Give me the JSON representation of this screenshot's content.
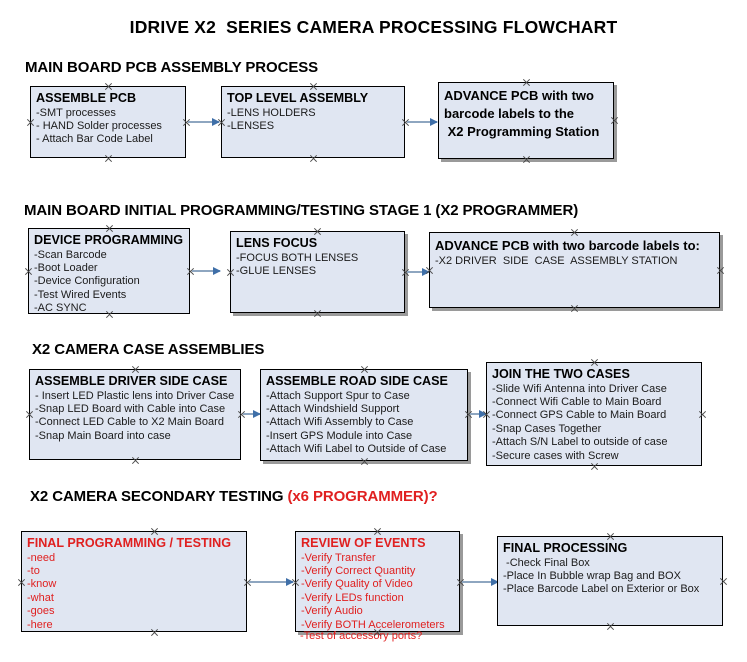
{
  "document": {
    "title": "IDRIVE X2  SERIES CAMERA PROCESSING FLOWCHART",
    "colors": {
      "box_fill": "#e0e6f2",
      "box_border": "#000000",
      "text": "#000000",
      "accent_red": "#e02020",
      "arrow": "#8ea6c0",
      "arrow_head": "#3f6fa8",
      "shadow": "#9a9a9a",
      "background": "#ffffff"
    }
  },
  "sections": [
    {
      "id": "main-board-pcb-assembly-process",
      "heading": "MAIN BOARD PCB ASSEMBLY PROCESS",
      "heading_accent": "",
      "boxes": [
        {
          "id": "assemble-pcb",
          "title": "ASSEMBLE PCB",
          "lines": [
            "-SMT processes",
            "- HAND Solder processes",
            "- Attach Bar Code Label"
          ]
        },
        {
          "id": "top-level-assembly",
          "title": "TOP LEVEL ASSEMBLY",
          "lines": [
            "-LENS HOLDERS",
            "-LENSES"
          ]
        },
        {
          "id": "advance-pcb-to-x2-programming-station",
          "title": "ADVANCE PCB with two\nbarcode labels to the\n X2 Programming Station",
          "lines": []
        }
      ]
    },
    {
      "id": "main-board-initial-programming-testing-stage-1",
      "heading": "MAIN BOARD INITIAL PROGRAMMING/TESTING STAGE 1 (X2 PROGRAMMER)",
      "heading_accent": "",
      "boxes": [
        {
          "id": "device-programming",
          "title": "DEVICE PROGRAMMING",
          "lines": [
            "-Scan Barcode",
            "-Boot Loader",
            "-Device Configuration",
            "-Test Wired Events",
            "-AC SYNC"
          ]
        },
        {
          "id": "lens-focus",
          "title": "LENS FOCUS",
          "lines": [
            "-FOCUS BOTH LENSES",
            "-GLUE LENSES"
          ]
        },
        {
          "id": "advance-pcb-to-driver-side-case-assembly-station",
          "title": "ADVANCE PCB with two barcode labels to:",
          "lines": [
            "-X2 DRIVER  SIDE  CASE  ASSEMBLY STATION"
          ]
        }
      ]
    },
    {
      "id": "x2-camera-case-assemblies",
      "heading": "X2 CAMERA CASE ASSEMBLIES",
      "heading_accent": "",
      "boxes": [
        {
          "id": "assemble-driver-side-case",
          "title": "ASSEMBLE DRIVER SIDE CASE",
          "lines": [
            "- Insert LED Plastic lens into Driver Case",
            "-Snap LED Board with Cable into Case",
            "-Connect LED Cable to X2 Main Board",
            "-Snap Main Board into case"
          ]
        },
        {
          "id": "assemble-road-side-case",
          "title": "ASSEMBLE ROAD SIDE CASE",
          "lines": [
            "-Attach Support Spur to Case",
            "-Attach Windshield Support",
            "-Attach Wifi Assembly to Case",
            "-Insert GPS Module into Case",
            "-Attach Wifi Label to Outside of Case"
          ]
        },
        {
          "id": "join-the-two-cases",
          "title": "JOIN THE TWO CASES",
          "lines": [
            "-Slide Wifi Antenna into Driver Case",
            "-Connect Wifi Cable to Main Board",
            "-Connect GPS Cable to Main Board",
            "-Snap Cases Together",
            "-Attach S/N Label to outside of case",
            "-Secure cases with Screw"
          ]
        }
      ]
    },
    {
      "id": "x2-camera-secondary-testing",
      "heading": "X2 CAMERA SECONDARY TESTING ",
      "heading_accent": "(x6 PROGRAMMER)?",
      "boxes": [
        {
          "id": "final-programming-testing",
          "title": "FINAL PROGRAMMING / TESTING",
          "lines": [
            "-need",
            "-to",
            "-know",
            "-what",
            "-goes",
            "-here"
          ]
        },
        {
          "id": "review-of-events",
          "title": "REVIEW OF EVENTS",
          "lines": [
            "-Verify Transfer",
            "-Verify Correct Quantity",
            "-Verify Quality of Video",
            "-Verify LEDs function",
            "-Verify Audio",
            "-Verify BOTH Accelerometers"
          ],
          "overflow_line": "-Test of accessory ports?"
        },
        {
          "id": "final-processing",
          "title": "FINAL PROCESSING",
          "lines": [
            " -Check Final Box",
            "-Place In Bubble wrap Bag and BOX",
            "-Place Barcode Label on Exterior or Box"
          ]
        }
      ]
    }
  ]
}
